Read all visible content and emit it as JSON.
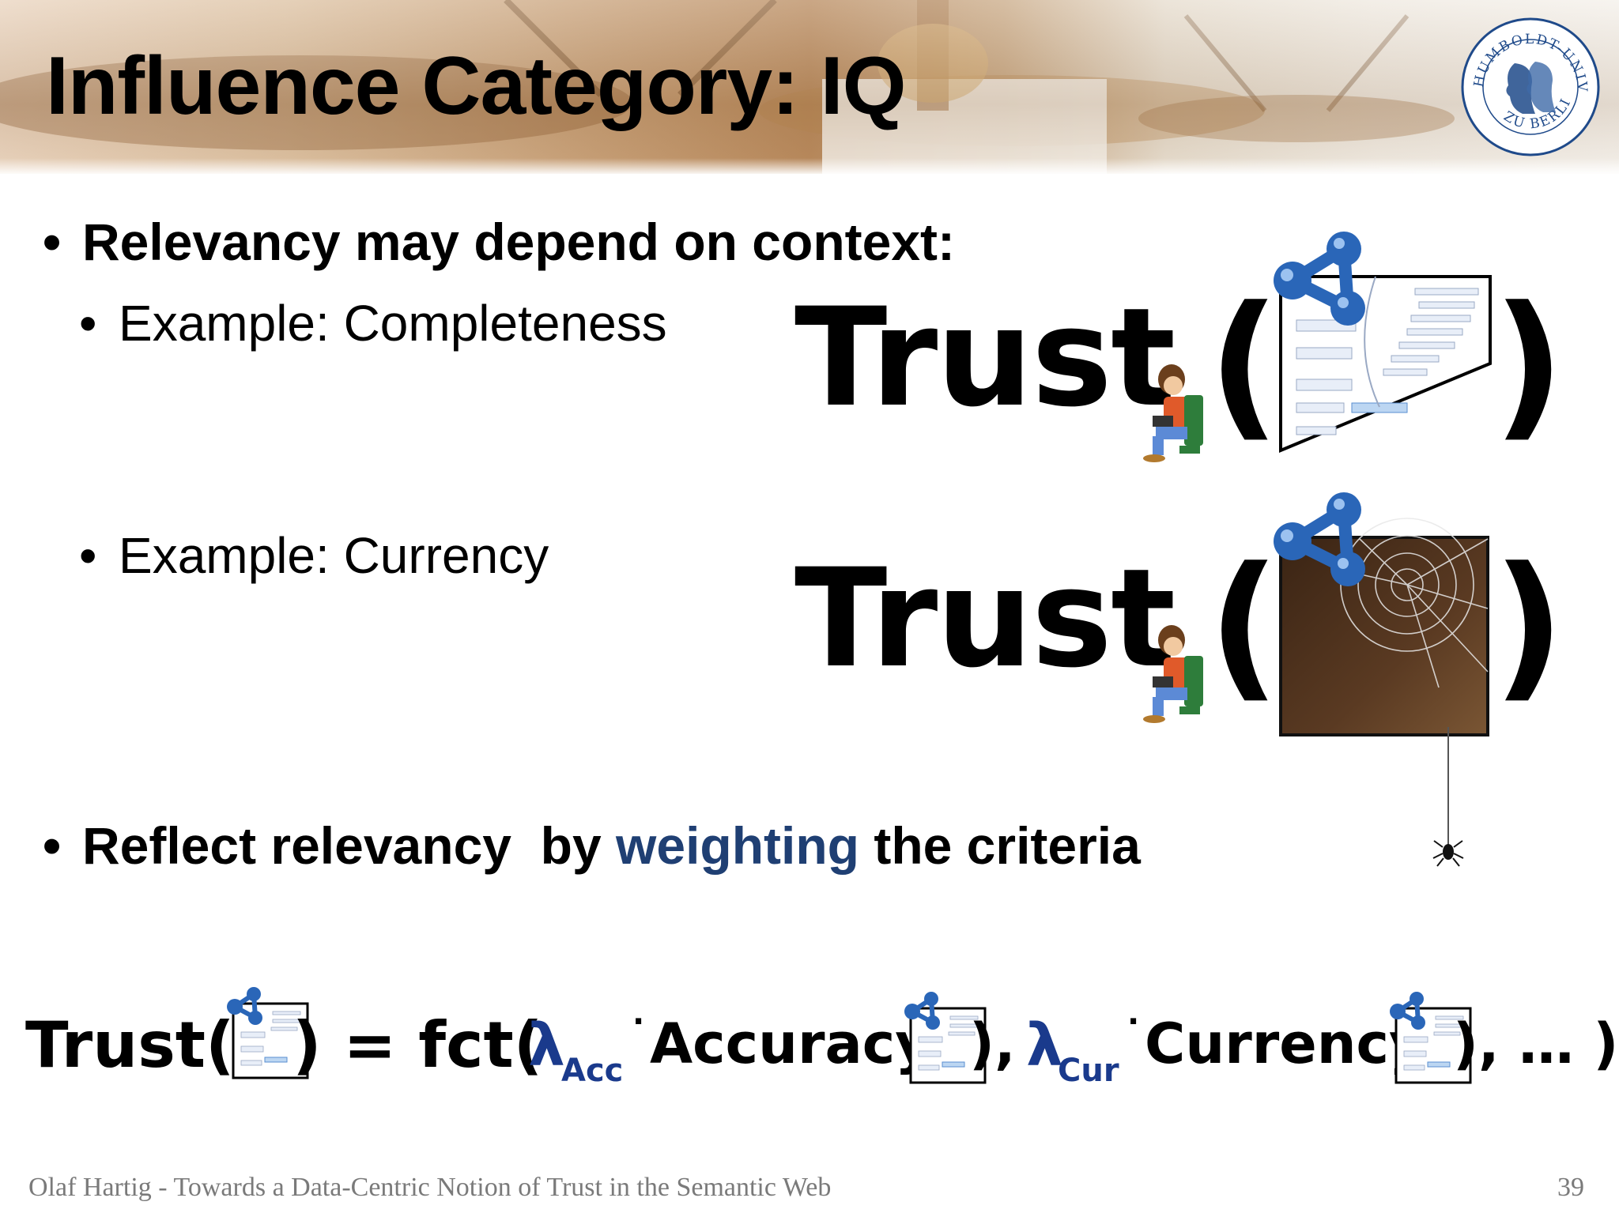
{
  "slide": {
    "title": "Influence Category: IQ",
    "seal": {
      "text_top": "HUMBOLDT-UNIVERSITÄT",
      "text_bottom": "ZU BERLIN"
    },
    "bullets": {
      "relevancy": "Relevancy may depend on context:",
      "example_completeness": "Example: Completeness",
      "example_currency": "Example: Currency",
      "reflect_pre": "Reflect relevancy  by ",
      "reflect_accent": "weighting",
      "reflect_post": " the criteria"
    },
    "trust_label": "Trust",
    "paren_open": "(",
    "paren_close": ")",
    "formula": {
      "trust": "Trust(",
      "close_eq": ") = fct(",
      "lambda": "λ",
      "sub_acc": "Acc",
      "accuracy": "Accuracy(",
      "close_comma": "),",
      "sub_cur": "Cur",
      "currency": "Currency(",
      "close_end": "), … )"
    },
    "footer": {
      "left": "Olaf Hartig - Towards a Data-Centric Notion of Trust in the Semantic Web",
      "page": "39"
    },
    "colors": {
      "accent": "#1f3f73",
      "lambda": "#1a3a8c",
      "footer": "#7a7a7a",
      "node_blue": "#2a66b8"
    },
    "icons": [
      "rdf-graph-icon",
      "person-at-laptop-icon",
      "document-icon",
      "spider-web-icon",
      "spider-icon",
      "university-seal-icon"
    ]
  }
}
